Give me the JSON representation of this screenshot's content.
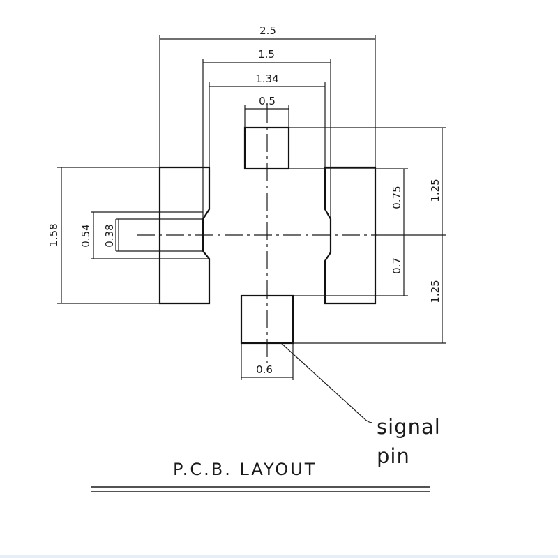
{
  "dimensions": {
    "width_outer": "2.5",
    "width_mid": "1.5",
    "width_inner": "1.34",
    "top_pad_width": "0.5",
    "bottom_pad_width": "0.6",
    "left_height": "1.58",
    "left_notch_outer": "0.54",
    "left_notch_inner": "0.38",
    "right_upper_gap": "0.75",
    "right_lower_gap": "0.7",
    "half_height_upper": "1.25",
    "half_height_lower": "1.25"
  },
  "callout": {
    "line1": "signal",
    "line2": "pin"
  },
  "title": "P.C.B. LAYOUT"
}
